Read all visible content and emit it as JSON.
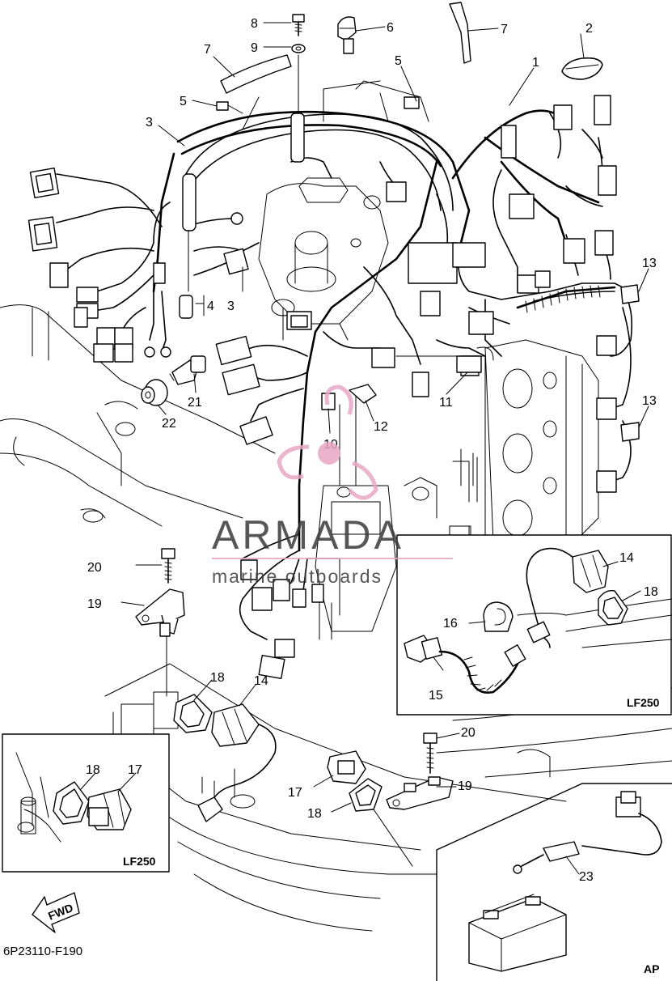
{
  "callouts": [
    {
      "id": "c1",
      "text": "1"
    },
    {
      "id": "c2",
      "text": "2"
    },
    {
      "id": "c3a",
      "text": "3"
    },
    {
      "id": "c3b",
      "text": "3"
    },
    {
      "id": "c4",
      "text": "4"
    },
    {
      "id": "c5a",
      "text": "5"
    },
    {
      "id": "c5b",
      "text": "5"
    },
    {
      "id": "c6",
      "text": "6"
    },
    {
      "id": "c7a",
      "text": "7"
    },
    {
      "id": "c7b",
      "text": "7"
    },
    {
      "id": "c8",
      "text": "8"
    },
    {
      "id": "c9",
      "text": "9"
    },
    {
      "id": "c10",
      "text": "10"
    },
    {
      "id": "c11",
      "text": "11"
    },
    {
      "id": "c12",
      "text": "12"
    },
    {
      "id": "c13a",
      "text": "13"
    },
    {
      "id": "c13b",
      "text": "13"
    },
    {
      "id": "c14a",
      "text": "14"
    },
    {
      "id": "c14b",
      "text": "14"
    },
    {
      "id": "c15",
      "text": "15"
    },
    {
      "id": "c16",
      "text": "16"
    },
    {
      "id": "c17a",
      "text": "17"
    },
    {
      "id": "c17b",
      "text": "17"
    },
    {
      "id": "c18a",
      "text": "18"
    },
    {
      "id": "c18b",
      "text": "18"
    },
    {
      "id": "c18c",
      "text": "18"
    },
    {
      "id": "c18d",
      "text": "18"
    },
    {
      "id": "c19a",
      "text": "19"
    },
    {
      "id": "c19b",
      "text": "19"
    },
    {
      "id": "c20a",
      "text": "20"
    },
    {
      "id": "c20b",
      "text": "20"
    },
    {
      "id": "c21",
      "text": "21"
    },
    {
      "id": "c22",
      "text": "22"
    },
    {
      "id": "c23",
      "text": "23"
    }
  ],
  "insets": {
    "right_label": "LF250",
    "left_label": "LF250",
    "bottom_label": "AP"
  },
  "fwd_label": "FWD",
  "diagram_code": "6P23110-F190",
  "watermark": {
    "brand": "ARMADA",
    "tagline": "marine outboards",
    "accent_color": "#e8a6c4",
    "text_color": "#3a3a3a"
  }
}
